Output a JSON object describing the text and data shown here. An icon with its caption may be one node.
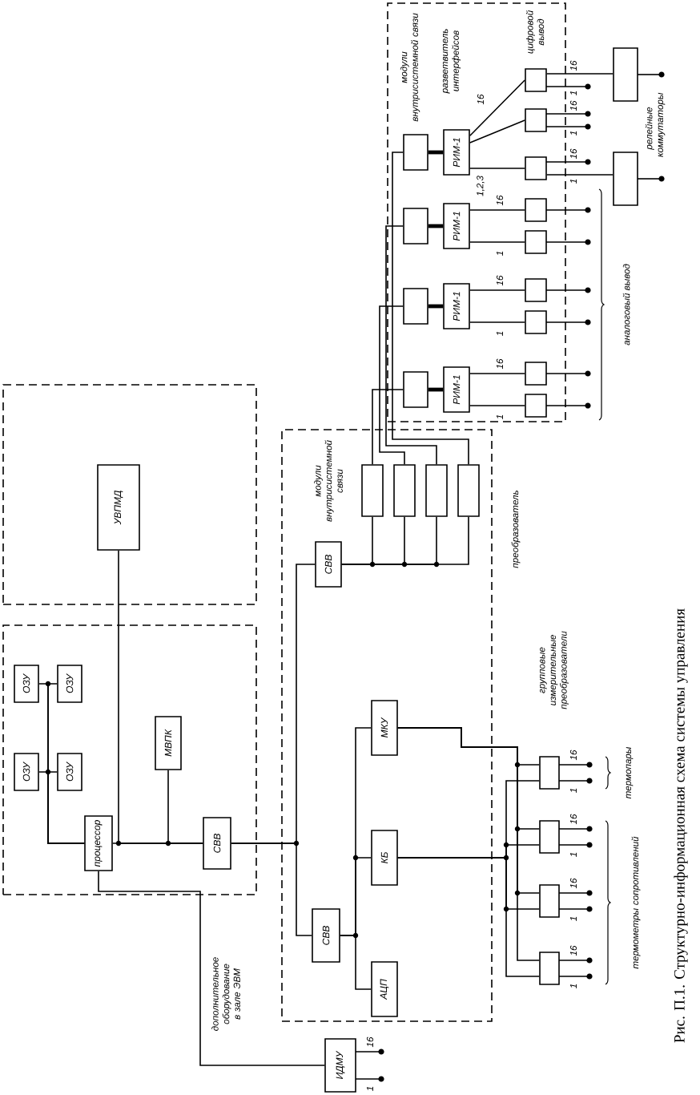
{
  "diagram": {
    "caption": "Рис. П.1. Структурно-информационная схема системы управления",
    "nodes": [
      {
        "text": [],
        "shape": "box"
      },
      {
        "text": [
          "УВПМД"
        ],
        "in": 0
      },
      {
        "text": [],
        "shape": "box"
      },
      {
        "text": [
          "ОЗУ"
        ],
        "in": 2
      },
      {
        "text": [
          "ОЗУ"
        ],
        "in": 2
      },
      {
        "text": [
          "ОЗУ"
        ],
        "in": 2
      },
      {
        "text": [
          "ОЗУ"
        ],
        "in": 2
      },
      {
        "text": [
          "процессор"
        ],
        "in": 2
      },
      {
        "text": [
          "МВПК"
        ],
        "in": 2
      },
      {
        "text": [
          "СВВ"
        ],
        "in": 2
      },
      {
        "text": [],
        "shape": "box"
      },
      {
        "text": [
          "СВВ"
        ],
        "in": 10
      },
      {
        "text": [],
        "shape": "box",
        "in": 10
      },
      {
        "text": [],
        "shape": "box",
        "in": 10
      },
      {
        "text": [],
        "shape": "box",
        "in": 10
      },
      {
        "text": [],
        "shape": "box",
        "in": 10
      },
      {
        "text": [
          "СВВ"
        ],
        "in": 10
      },
      {
        "text": [
          "АЦП"
        ],
        "in": 10
      },
      {
        "text": [
          "КБ"
        ],
        "in": 10
      },
      {
        "text": [
          "МКУ"
        ],
        "in": 10
      },
      {
        "text": [],
        "shape": "box",
        "beside": [
          "16",
          "1"
        ]
      },
      {
        "text": [],
        "shape": "box",
        "beside": [
          "16",
          "1"
        ]
      },
      {
        "text": [],
        "shape": "box",
        "beside": [
          "16",
          "1"
        ]
      },
      {
        "text": [],
        "shape": "box",
        "beside": [
          "16",
          "1"
        ]
      },
      {
        "text": [
          "ИДМУ"
        ],
        "beside": [
          "16",
          "1"
        ]
      },
      {
        "text": [],
        "shape": "box"
      },
      {
        "text": [],
        "shape": "box",
        "in": 25
      },
      {
        "text": [],
        "shape": "box",
        "in": 25
      },
      {
        "text": [],
        "shape": "box",
        "in": 25
      },
      {
        "text": [],
        "shape": "box",
        "in": 25
      },
      {
        "text": [
          "РИМ-1"
        ],
        "in": 25
      },
      {
        "text": [
          "РИМ-1"
        ],
        "in": 25
      },
      {
        "text": [
          "РИМ-1"
        ],
        "in": 25
      },
      {
        "text": [
          "РИМ-1"
        ],
        "in": 25
      },
      {
        "text": [],
        "shape": "box",
        "in": 25,
        "beside": [
          "16",
          "1"
        ]
      },
      {
        "text": [],
        "shape": "box",
        "in": 25,
        "beside": [
          "16",
          "1"
        ]
      },
      {
        "text": [],
        "shape": "box",
        "in": 25,
        "beside": [
          "16",
          "1"
        ]
      },
      {
        "text": [],
        "shape": "box",
        "in": 25
      },
      {
        "text": [],
        "shape": "box",
        "in": 25
      },
      {
        "text": [],
        "shape": "box",
        "in": 25
      },
      {
        "text": [],
        "shape": "box",
        "in": 25
      },
      {
        "text": [],
        "shape": "box",
        "in": 25
      },
      {
        "text": [],
        "shape": "box",
        "in": 25
      },
      {
        "text": [],
        "shape": "box"
      },
      {
        "text": [],
        "shape": "box"
      }
    ],
    "edges": [
      {
        "from": 7,
        "to": 3,
        "arrow": "none"
      },
      {
        "from": 7,
        "to": 4,
        "arrow": "none"
      },
      {
        "from": 7,
        "to": 5,
        "arrow": "none"
      },
      {
        "from": 7,
        "to": 6,
        "arrow": "none"
      },
      {
        "from": 7,
        "to": 9,
        "arrow": "none"
      },
      {
        "from": 1,
        "to": 9,
        "arrow": "none"
      },
      {
        "from": 8,
        "to": 9,
        "arrow": "none"
      },
      {
        "from": 7,
        "to": 24,
        "arrow": "none"
      },
      {
        "from": 9,
        "to": 11,
        "arrow": "none"
      },
      {
        "from": 9,
        "to": 16,
        "arrow": "none"
      },
      {
        "from": 11,
        "to": 12,
        "arrow": "none"
      },
      {
        "from": 11,
        "to": 13,
        "arrow": "none"
      },
      {
        "from": 11,
        "to": 14,
        "arrow": "none"
      },
      {
        "from": 11,
        "to": 15,
        "arrow": "none"
      },
      {
        "from": 12,
        "to": 29,
        "arrow": "none"
      },
      {
        "from": 13,
        "to": 28,
        "arrow": "none"
      },
      {
        "from": 14,
        "to": 27,
        "arrow": "none"
      },
      {
        "from": 15,
        "to": 26,
        "arrow": "none"
      },
      {
        "from": 26,
        "to": 30,
        "arrow": "none",
        "style": "thick"
      },
      {
        "from": 27,
        "to": 31,
        "arrow": "none",
        "style": "thick"
      },
      {
        "from": 28,
        "to": 32,
        "arrow": "none",
        "style": "thick"
      },
      {
        "from": 29,
        "to": 33,
        "arrow": "none",
        "style": "thick"
      },
      {
        "from": 30,
        "to": 34,
        "arrow": "none"
      },
      {
        "from": 30,
        "to": 35,
        "arrow": "none"
      },
      {
        "from": 30,
        "to": 36,
        "arrow": "none"
      },
      {
        "from": 31,
        "to": 37,
        "arrow": "none"
      },
      {
        "from": 31,
        "to": 38,
        "arrow": "none"
      },
      {
        "from": 32,
        "to": 39,
        "arrow": "none"
      },
      {
        "from": 32,
        "to": 40,
        "arrow": "none"
      },
      {
        "from": 33,
        "to": 41,
        "arrow": "none"
      },
      {
        "from": 33,
        "to": 42,
        "arrow": "none"
      },
      {
        "from": 34,
        "to": 43,
        "arrow": "none"
      },
      {
        "from": 36,
        "to": 44,
        "arrow": "none"
      },
      {
        "from": 16,
        "to": 17,
        "arrow": "none"
      },
      {
        "from": 16,
        "to": 18,
        "arrow": "none"
      },
      {
        "from": 16,
        "to": 19,
        "arrow": "none"
      },
      {
        "from": 18,
        "to": 20,
        "arrow": "none"
      },
      {
        "from": 18,
        "to": 21,
        "arrow": "none"
      },
      {
        "from": 18,
        "to": 22,
        "arrow": "none"
      },
      {
        "from": 18,
        "to": 23,
        "arrow": "none"
      },
      {
        "from": 19,
        "to": 20,
        "arrow": "none"
      },
      {
        "from": 19,
        "to": 21,
        "arrow": "none"
      },
      {
        "from": 19,
        "to": 22,
        "arrow": "none"
      },
      {
        "from": 19,
        "to": 23,
        "arrow": "none"
      }
    ],
    "labels": [
      "модули внутрисистемной связи",
      "разветвитель интерфейсов",
      "цифровой вывод",
      "16",
      "1,2,3",
      "релейные коммутаторы",
      "16",
      "1",
      "16",
      "1",
      "16",
      "1",
      "аналоговый вывод",
      "модули внутрисистемной связи",
      "преобразователь",
      "групповые измерительные преобразователи",
      "термопары",
      "термометры сопротивлений",
      "дополнительное оборудование в зале ЭВМ"
    ]
  }
}
